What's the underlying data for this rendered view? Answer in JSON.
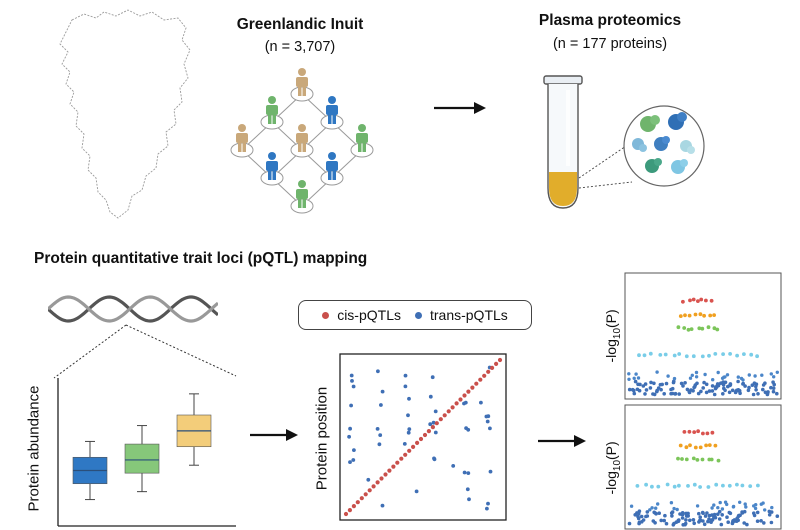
{
  "population": {
    "title": "Greenlandic Inuit",
    "subtitle": "(n = 3,707)"
  },
  "proteomics": {
    "title": "Plasma proteomics",
    "subtitle": "(n = 177 proteins)"
  },
  "section_title": "Protein quantitative trait loci (pQTL) mapping",
  "legend": {
    "cis": "cis-pQTLs",
    "trans": "trans-pQTLs"
  },
  "boxplot": {
    "ylabel": "Protein abundance"
  },
  "scatter": {
    "ylabel": "Protein position"
  },
  "manhattan": {
    "ylabel": "-log10(P)"
  },
  "colors": {
    "cis": "#c9504b",
    "trans": "#3f6fb5",
    "blue_person": "#2f77c2",
    "green_person": "#6fb46c",
    "tan_person": "#c9a87a",
    "plasma": "#e1ad2b",
    "box_blue": "#2f78c4",
    "box_green": "#86c77a",
    "box_yellow": "#f3cd7a"
  },
  "chart_data": [
    {
      "type": "boxplot",
      "ylabel": "Protein abundance",
      "groups": [
        {
          "color": "blue",
          "whisker_low": 1.0,
          "q1": 1.6,
          "median": 2.1,
          "q3": 2.6,
          "whisker_high": 3.2
        },
        {
          "color": "green",
          "whisker_low": 1.3,
          "q1": 2.0,
          "median": 2.5,
          "q3": 3.1,
          "whisker_high": 3.8
        },
        {
          "color": "yellow",
          "whisker_low": 2.3,
          "q1": 3.0,
          "median": 3.6,
          "q3": 4.2,
          "whisker_high": 5.0
        }
      ]
    },
    {
      "type": "scatter",
      "ylabel": "Protein position",
      "series": [
        {
          "name": "cis-pQTLs",
          "kind": "diagonal",
          "count": 40
        },
        {
          "name": "trans-pQTLs",
          "kind": "scattered",
          "columns": [
            0.07,
            0.24,
            0.4,
            0.56,
            0.76,
            0.9
          ]
        }
      ]
    },
    {
      "type": "scatter",
      "ylabel": "-log10(P)",
      "panels": 2,
      "peak_tiers": [
        "red",
        "orange",
        "green",
        "cyan",
        "blue"
      ]
    }
  ]
}
